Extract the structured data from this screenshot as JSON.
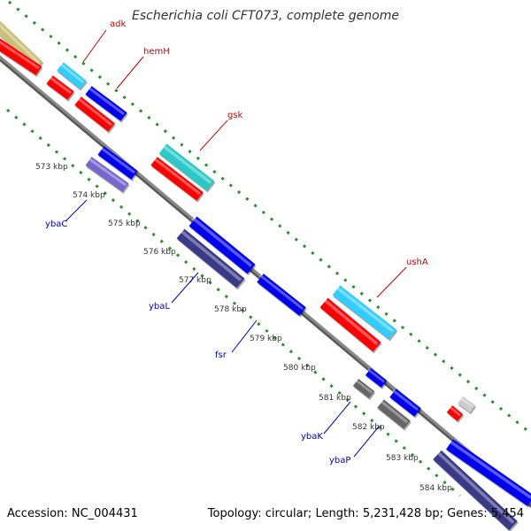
{
  "title": "Escherichia coli CFT073, complete genome",
  "footer": {
    "accession_label": "Accession:",
    "accession_value": "NC_004431",
    "topology_label": "Topology:",
    "topology_value": "circular",
    "length_label": "Length:",
    "length_value": "5,231,428 bp",
    "genes_label": "Genes:",
    "genes_value": "5,454"
  },
  "colors": {
    "backbone": "#8a8a8a",
    "tick_dots": "#2e8b2e",
    "forward_gene_label": "#cc0000",
    "reverse_gene_label": "#0000cc",
    "red_gene": "#ff0000",
    "blue_gene": "#0000ee",
    "cyan_gene": "#33ccff",
    "teal_gene": "#2bc8c8",
    "olive_gene": "#c8bf7a",
    "purple_gene": "#7766cc",
    "navy_gene": "#3a3a88",
    "gray_gene": "#666666",
    "lightgray_gene": "#cccccc"
  },
  "scale_ticks": [
    {
      "label": "573 kbp"
    },
    {
      "label": "574 kbp"
    },
    {
      "label": "575 kbp"
    },
    {
      "label": "576 kbp"
    },
    {
      "label": "577 kbp"
    },
    {
      "label": "578 kbp"
    },
    {
      "label": "579 kbp"
    },
    {
      "label": "580 kbp"
    },
    {
      "label": "581 kbp"
    },
    {
      "label": "582 kbp"
    },
    {
      "label": "583 kbp"
    },
    {
      "label": "584 kbp"
    }
  ],
  "gene_labels": [
    {
      "name": "adk",
      "strand": "forward"
    },
    {
      "name": "hemH",
      "strand": "forward"
    },
    {
      "name": "gsk",
      "strand": "forward"
    },
    {
      "name": "ushA",
      "strand": "forward"
    },
    {
      "name": "ybaC",
      "strand": "reverse"
    },
    {
      "name": "ybaL",
      "strand": "reverse"
    },
    {
      "name": "fsr",
      "strand": "reverse"
    },
    {
      "name": "ybaK",
      "strand": "reverse"
    },
    {
      "name": "ybaP",
      "strand": "reverse"
    }
  ]
}
